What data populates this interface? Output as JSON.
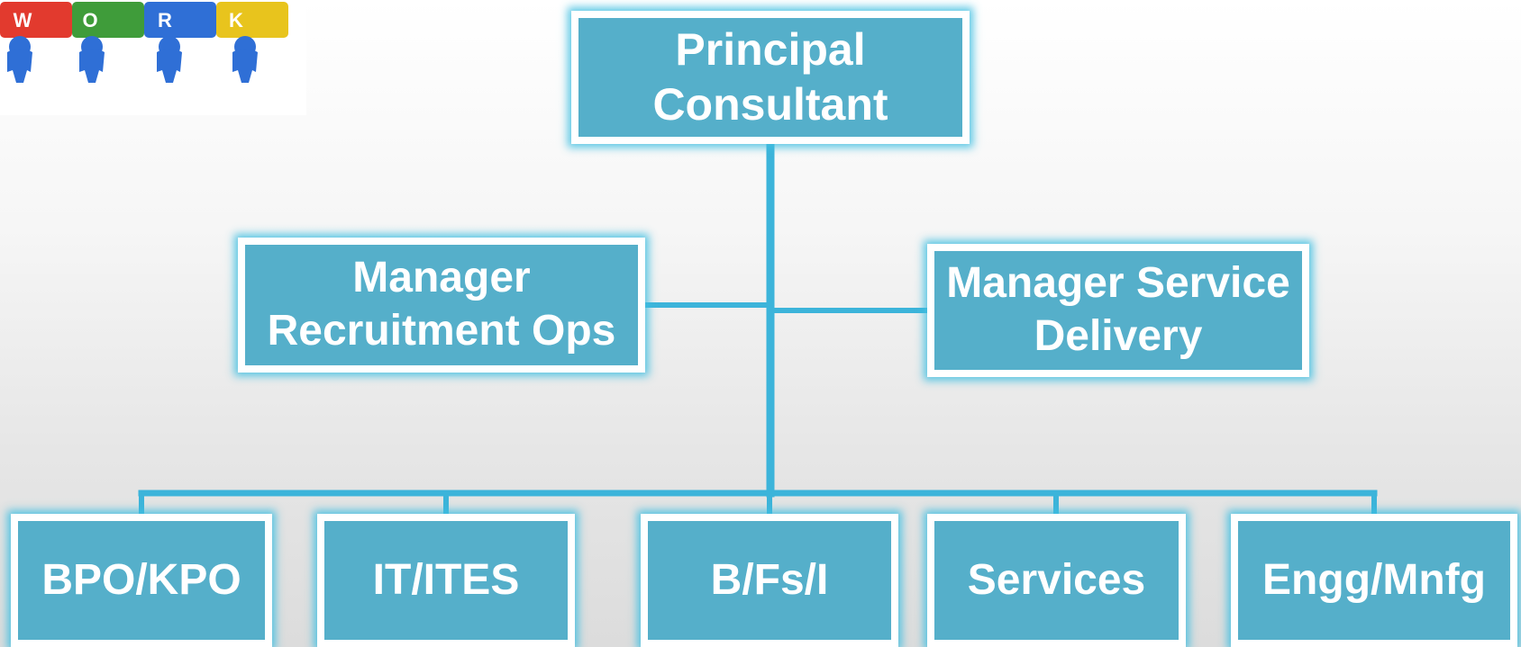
{
  "logo": {
    "letters": [
      "W",
      "O",
      "R",
      "K"
    ],
    "colors": [
      "#e23a2e",
      "#3f9c3a",
      "#2f6fd6",
      "#e8c41d"
    ]
  },
  "org": {
    "principal": {
      "lines": [
        "Principal",
        "Consultant"
      ]
    },
    "managers": [
      {
        "lines": [
          "Manager",
          "Recruitment Ops"
        ]
      },
      {
        "lines": [
          "Manager Service",
          "Delivery"
        ]
      }
    ],
    "verticals": [
      {
        "label": "BPO/KPO"
      },
      {
        "label": "IT/ITES"
      },
      {
        "label": "B/Fs/I"
      },
      {
        "label": "Services"
      },
      {
        "label": "Engg/Mnfg"
      }
    ]
  },
  "colors": {
    "box_fill": "#55afca",
    "box_border": "#ffffff",
    "connector": "#3cb4da",
    "text": "#ffffff"
  }
}
